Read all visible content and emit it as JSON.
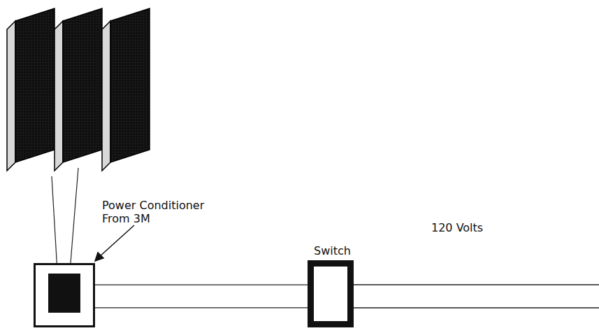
{
  "diagram": {
    "nodes": [
      {
        "text": [
          "Power Conditioner From 3M"
        ]
      },
      {
        "text": [
          "Switch"
        ]
      }
    ],
    "edges": [
      {
        "from": 0,
        "to": 1,
        "arrow": "none"
      }
    ],
    "labels": [
      "120 Volts"
    ]
  }
}
